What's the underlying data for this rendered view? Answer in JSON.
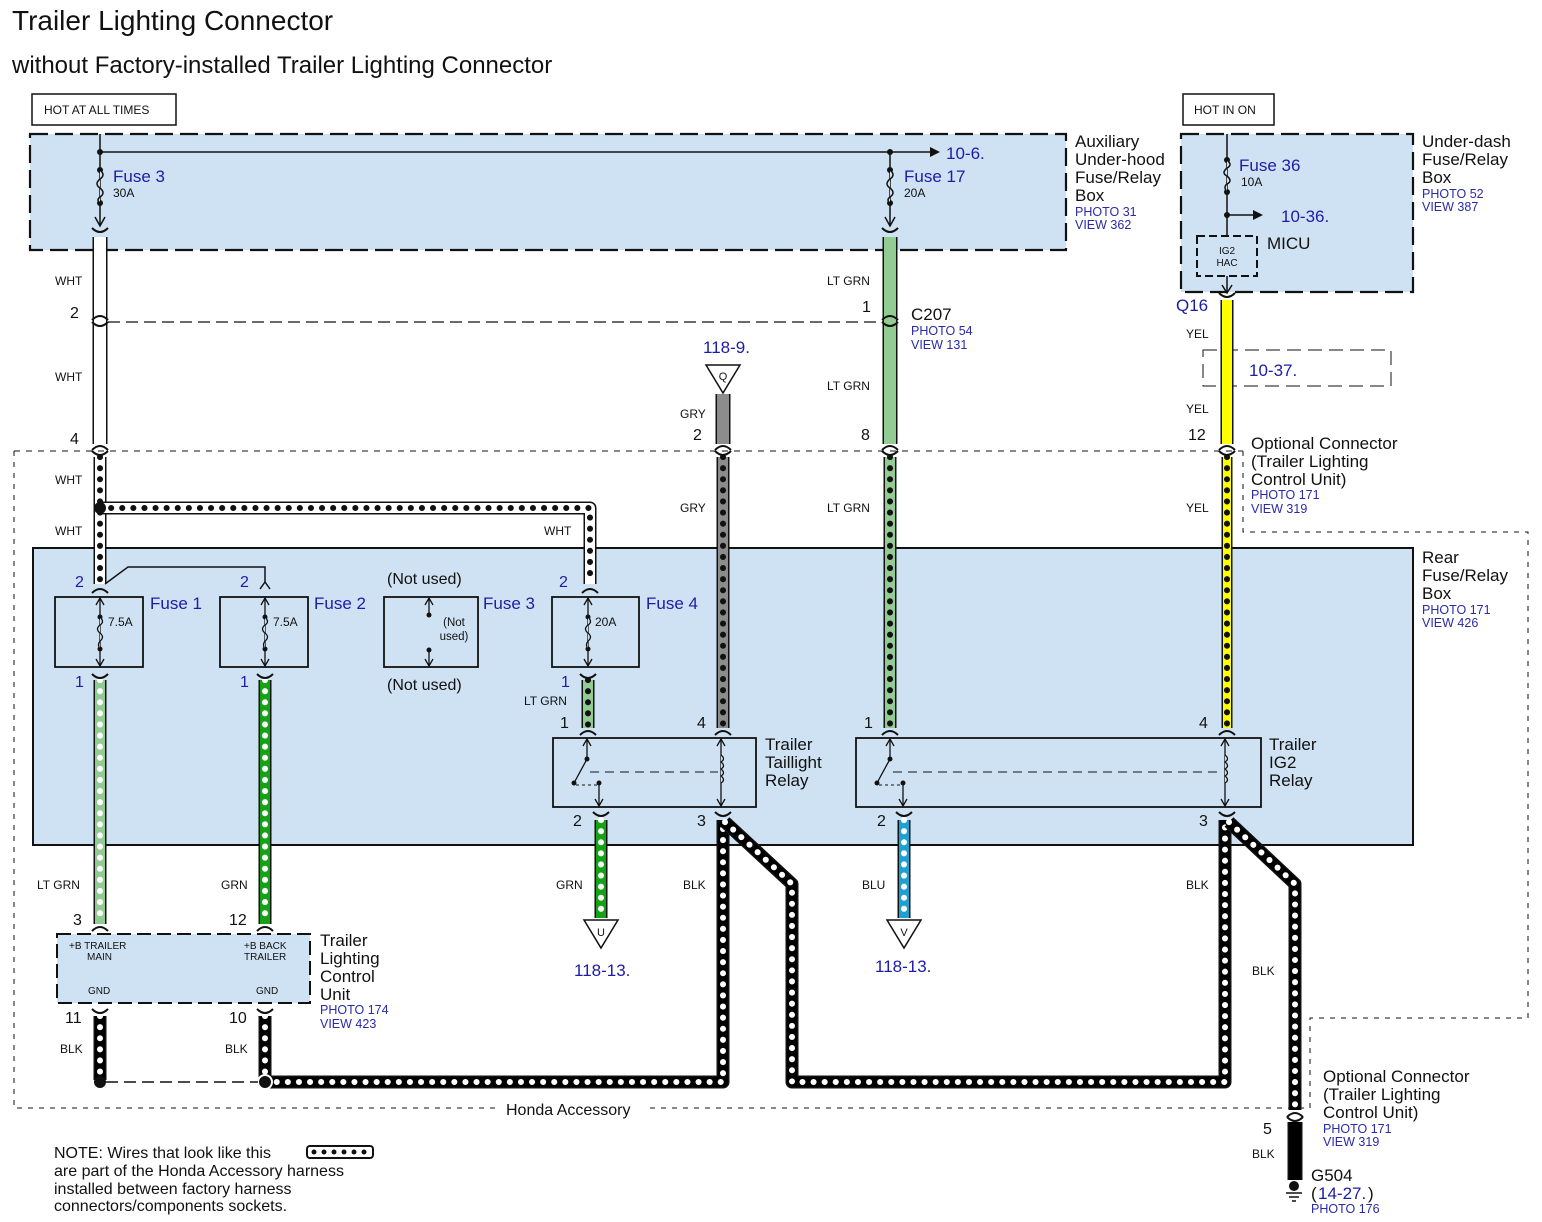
{
  "title": "Trailer Lighting Connector",
  "subtitle": "without Factory-installed Trailer Lighting Connector",
  "power_labels": {
    "hot_at_all_times": "HOT AT ALL TIMES",
    "hot_in_on": "HOT IN ON"
  },
  "aux_box": {
    "name_lines": [
      "Auxiliary",
      "Under-hood",
      "Fuse/Relay",
      "Box"
    ],
    "photo": "PHOTO 31",
    "view": "VIEW 362",
    "fuse3": {
      "label": "Fuse 3",
      "rating": "30A"
    },
    "fuse17": {
      "label": "Fuse 17",
      "rating": "20A"
    },
    "ref_10_6": "10-6."
  },
  "underdash_box": {
    "name_lines": [
      "Under-dash",
      "Fuse/Relay",
      "Box"
    ],
    "photo": "PHOTO 52",
    "view": "VIEW 387",
    "fuse36": {
      "label": "Fuse 36",
      "rating": "10A"
    },
    "ref_10_36": "10-36.",
    "micu": "MICU",
    "ig2_hac_lines": [
      "IG2",
      "HAC"
    ],
    "q16": "Q16"
  },
  "c207": {
    "name": "C207",
    "photo": "PHOTO 54",
    "view": "VIEW 131"
  },
  "ref_10_37": "10-37.",
  "ref_118_9": "118-9.",
  "ref_118_13_u": "118-13.",
  "ref_118_13_v": "118-13.",
  "term_q": "Q",
  "term_u": "U",
  "term_v": "V",
  "optional_connector_top": {
    "name_lines": [
      "Optional Connector",
      "(Trailer Lighting",
      "Control Unit)"
    ],
    "photo": "PHOTO 171",
    "view": "VIEW 319"
  },
  "rear_box": {
    "name_lines": [
      "Rear",
      "Fuse/Relay",
      "Box"
    ],
    "photo": "PHOTO 171",
    "view": "VIEW 426",
    "fuses": [
      {
        "label": "Fuse 1",
        "rating": "7.5A"
      },
      {
        "label": "Fuse 2",
        "rating": "7.5A"
      },
      {
        "label": "Fuse 3",
        "rating_lines": [
          "(Not",
          "used)"
        ],
        "not_used": "(Not used)"
      },
      {
        "label": "Fuse 4",
        "rating": "20A"
      }
    ],
    "taillight_relay_lines": [
      "Trailer",
      "Taillight",
      "Relay"
    ],
    "ig2_relay_lines": [
      "Trailer",
      "IG2",
      "Relay"
    ]
  },
  "tlcu": {
    "name_lines": [
      "Trailer",
      "Lighting",
      "Control",
      "Unit"
    ],
    "photo": "PHOTO 174",
    "view": "VIEW 423",
    "pin_main_lines": [
      "+B TRAILER",
      "MAIN"
    ],
    "pin_back_lines": [
      "+B BACK",
      "TRAILER"
    ],
    "gnd": "GND"
  },
  "optional_connector_bottom": {
    "name_lines": [
      "Optional Connector",
      "(Trailer Lighting",
      "Control Unit)"
    ],
    "photo": "PHOTO 171",
    "view": "VIEW 319"
  },
  "ground": {
    "name": "G504",
    "ref": "14-27.",
    "photo": "PHOTO 176"
  },
  "honda_accessory": "Honda Accessory",
  "note_lines": [
    "NOTE: Wires that look like this",
    "are part of the Honda Accessory harness",
    "installed between factory harness",
    "connectors/components sockets."
  ],
  "wire_colors": {
    "WHT": "WHT",
    "LT_GRN": "LT GRN",
    "GRN": "GRN",
    "GRY": "GRY",
    "YEL": "YEL",
    "BLK": "BLK",
    "BLU": "BLU"
  },
  "pins": {
    "wht_2": "2",
    "wht_4": "4",
    "ltgrn_1": "1",
    "ltgrn_8": "8",
    "gry_2": "2",
    "yel_12": "12",
    "f1_top": "2",
    "f1_bot": "1",
    "f2_top": "2",
    "f2_bot": "1",
    "f4_top": "2",
    "f4_bot": "1",
    "tr_1": "1",
    "tr_4": "4",
    "tr_2": "2",
    "tr_3": "3",
    "ig_1": "1",
    "ig_4": "4",
    "ig_2": "2",
    "ig_3": "3",
    "tlcu_3": "3",
    "tlcu_12": "12",
    "tlcu_11": "11",
    "tlcu_10": "10",
    "g_5": "5"
  },
  "colors": {
    "box_fill": "#cfe2f3",
    "wire_white": "#ffffff",
    "wire_lt_green": "#93cc93",
    "wire_green": "#15a315",
    "wire_gray": "#8c8c8c",
    "wire_yellow": "#ffff00",
    "wire_blue": "#1ea0d2",
    "wire_black": "#000000",
    "ref_blue": "#1c1ca6"
  }
}
